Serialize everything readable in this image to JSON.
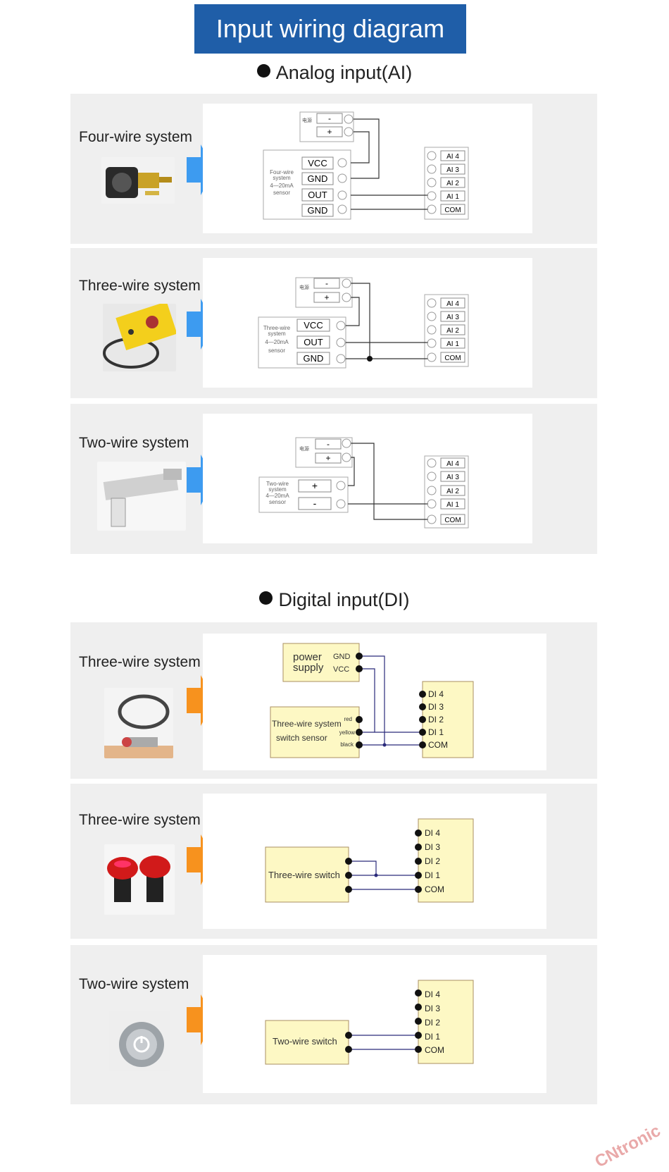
{
  "title": "Input wiring diagram",
  "analog": {
    "heading": "Analog input(AI)",
    "power_label": "电源",
    "power_minus": "-",
    "power_plus": "+",
    "ai_terms": [
      "AI 4",
      "AI 3",
      "AI 2",
      "AI 1",
      "COM"
    ],
    "four": {
      "label": "Four-wire system",
      "sensor_lines": [
        "Four-wire",
        "system",
        "4—20mA",
        "sensor"
      ],
      "terms": [
        "VCC",
        "GND",
        "OUT",
        "GND"
      ]
    },
    "three": {
      "label": "Three-wire system",
      "sensor_lines": [
        "Three-wire",
        "system",
        "4—20mA",
        "sensor"
      ],
      "terms": [
        "VCC",
        "OUT",
        "GND"
      ]
    },
    "two": {
      "label": "Two-wire system",
      "sensor_lines": [
        "Two-wire",
        "system",
        "4—20mA",
        "sensor"
      ],
      "terms": [
        "+",
        "-"
      ]
    }
  },
  "digital": {
    "heading": "Digital input(DI)",
    "di_terms": [
      "DI 4",
      "DI 3",
      "DI 2",
      "DI 1",
      "COM"
    ],
    "sensor3": {
      "label": "Three-wire system",
      "power_text": [
        "power",
        "supply"
      ],
      "power_terms": [
        "GND",
        "VCC"
      ],
      "sensor_text": [
        "Three-wire system",
        "switch sensor"
      ],
      "wire_colors": [
        "red",
        "yellow",
        "black"
      ]
    },
    "switch3": {
      "label": "Three-wire system",
      "box_text": "Three-wire switch"
    },
    "switch2": {
      "label": "Two-wire system",
      "box_text": "Two-wire switch"
    }
  },
  "watermark": "CNtronic",
  "colors": {
    "banner": "#1f5ea8",
    "analog_arrow": "#3d9bf0",
    "digital_arrow": "#f7921e",
    "di_box": "#fdf8c4",
    "di_wire": "#2a2a7a"
  }
}
